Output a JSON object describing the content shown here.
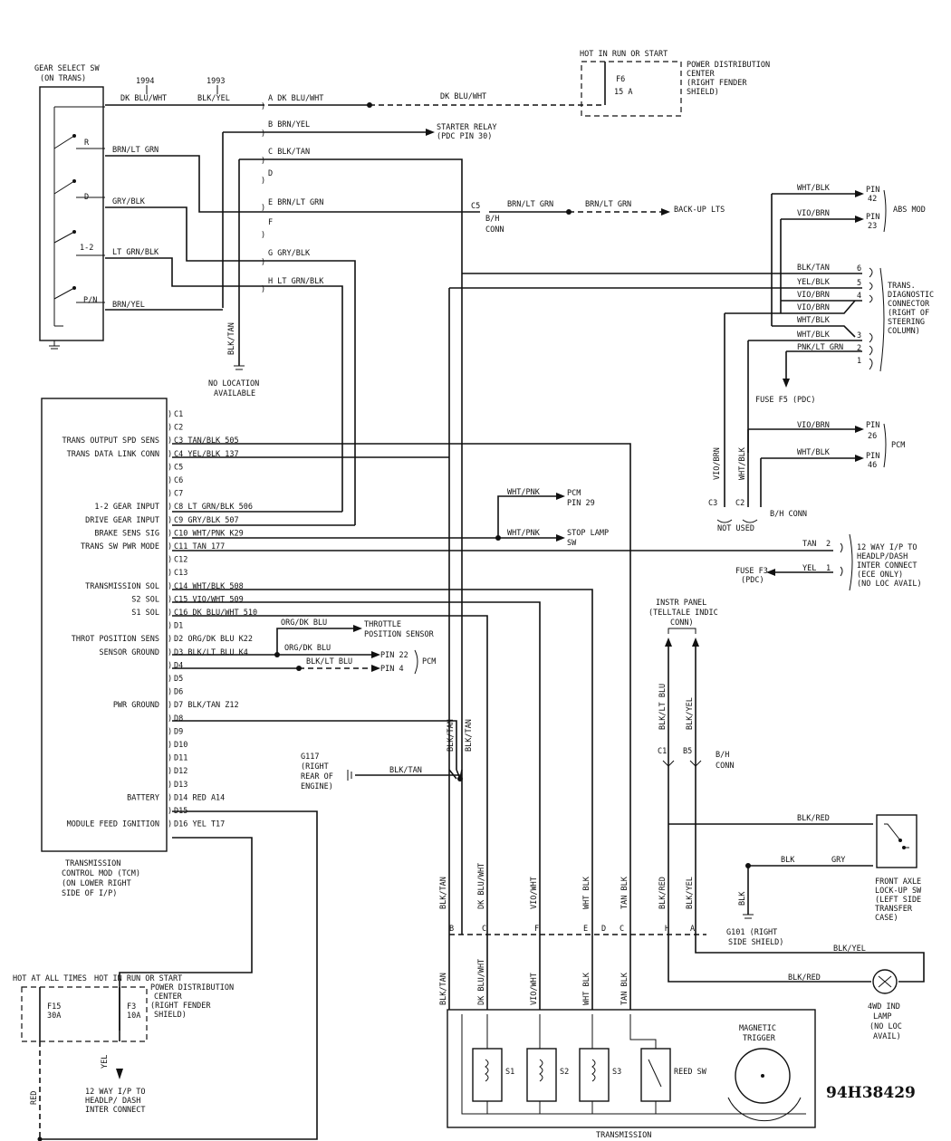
{
  "diagram_code": "94H38429",
  "gear_select": {
    "title": "GEAR SELECT SW",
    "sub": "(ON TRANS)",
    "year1994": "1994",
    "year1993": "1993",
    "r": "R",
    "d": "D",
    "one_two": "1-2",
    "pn": "P/N"
  },
  "wires": {
    "dk_blu_wht": "DK BLU/WHT",
    "blk_yel": "BLK/YEL",
    "brn_lt_grn": "BRN/LT GRN",
    "gry_blk": "GRY/BLK",
    "lt_grn_blk": "LT GRN/BLK",
    "brn_yel": "BRN/YEL",
    "blk_tan": "BLK/TAN"
  },
  "cavities": {
    "a": "A DK BLU/WHT",
    "b": "B BRN/YEL",
    "c": "C BLK/TAN",
    "d": "D",
    "e": "E BRN/LT GRN",
    "f": "F",
    "g": "G GRY/BLK",
    "h": "H LT GRN/BLK"
  },
  "top_pdc": {
    "hot": "HOT IN RUN OR START",
    "fuse": "F6",
    "amp": "15 A",
    "l1": "POWER DISTRIBUTION",
    "l2": "CENTER",
    "l3": "(RIGHT FENDER",
    "l4": "SHIELD)"
  },
  "starter": {
    "l1": "STARTER RELAY",
    "l2": "(PDC PIN 30)"
  },
  "no_loc": {
    "l1": "NO LOCATION",
    "l2": "AVAILABLE"
  },
  "backup": {
    "c5": "C5",
    "bh": "B/H",
    "conn": "CONN",
    "w1": "BRN/LT GRN",
    "w2": "BRN/LT GRN",
    "dest": "BACK-UP LTS"
  },
  "abs": {
    "w1": "WHT/BLK",
    "w2": "VIO/BRN",
    "pin42": "PIN",
    "n42": "42",
    "pin23": "PIN",
    "n23": "23",
    "label": "ABS MOD"
  },
  "diag": {
    "w6": "BLK/TAN",
    "n6": "6",
    "w5": "YEL/BLK",
    "n5": "5",
    "w4": "VIO/BRN",
    "n4": "4",
    "w_vb": "VIO/BRN",
    "w_wb": "WHT/BLK",
    "w3": "WHT/BLK",
    "n3": "3",
    "w2": "PNK/LT GRN",
    "n2": "2",
    "n1": "1",
    "l1": "TRANS.",
    "l2": "DIAGNOSTIC",
    "l3": "CONNECTOR",
    "l4": "(RIGHT OF",
    "l5": "STEERING",
    "l6": "COLUMN)"
  },
  "fuse_f5": "FUSE F5 (PDC)",
  "pcm_right": {
    "w1": "VIO/BRN",
    "pin26": "PIN",
    "n26": "26",
    "w2": "WHT/BLK",
    "pin46": "PIN",
    "n46": "46",
    "label": "PCM",
    "v1": "VIO/BRN",
    "v2": "WHT/BLK",
    "c3": "C3",
    "c2": "C2",
    "not_used": "NOT USED",
    "bh": "B/H CONN"
  },
  "tcm": {
    "pins": [
      "C1",
      "C2",
      "C3 TAN/BLK 505",
      "C4 YEL/BLK 137",
      "C5",
      "C6",
      "C7",
      "C8 LT GRN/BLK 506",
      "C9 GRY/BLK 507",
      "C10 WHT/PNK K29",
      "C11 TAN 177",
      "C12",
      "C13",
      "C14 WHT/BLK 508",
      "C15 VIO/WHT 509",
      "C16 DK BLU/WHT 510",
      "D1",
      "D2 ORG/DK BLU K22",
      "D3 BLK/LT BLU K4",
      "D4",
      "D5",
      "D6",
      "D7 BLK/TAN Z12",
      "D8",
      "D9",
      "D10",
      "D11",
      "D12",
      "D13",
      "D14 RED A14",
      "D15",
      "D16 YEL T17"
    ],
    "lbl_c3": "TRANS OUTPUT SPD SENS",
    "lbl_c4": "TRANS DATA LINK CONN",
    "lbl_c8": "1-2 GEAR INPUT",
    "lbl_c9": "DRIVE GEAR INPUT",
    "lbl_c10": "BRAKE SENS SIG",
    "lbl_c11": "TRANS SW PWR MODE",
    "lbl_c14": "TRANSMISSION SOL",
    "lbl_c15": "S2 SOL",
    "lbl_c16": "S1 SOL",
    "lbl_d2": "THROT POSITION SENS",
    "lbl_d3": "SENSOR GROUND",
    "lbl_d7": "PWR GROUND",
    "lbl_d14": "BATTERY",
    "lbl_d16": "MODULE FEED IGNITION",
    "t1": "TRANSMISSION",
    "t2": "CONTROL MOD (TCM)",
    "t3": "(ON LOWER RIGHT",
    "t4": "SIDE OF I/P)"
  },
  "pcm29": {
    "w": "WHT/PNK",
    "l1": "PCM",
    "l2": "PIN 29"
  },
  "stop": {
    "w": "WHT/PNK",
    "l1": "STOP LAMP",
    "l2": "SW"
  },
  "headlp": {
    "tan": "TAN",
    "n2": "2",
    "yel": "YEL",
    "n1": "1",
    "f3": "FUSE F3",
    "pdc": "(PDC)",
    "l1": "12 WAY I/P TO",
    "l2": "HEADLP/DASH",
    "l3": "INTER CONNECT",
    "l4": "(ECE ONLY)",
    "l5": "(NO LOC AVAIL)"
  },
  "tps": {
    "w1": "ORG/DK BLU",
    "l1": "THROTTLE",
    "l2": "POSITION SENSOR",
    "w2": "ORG/DK BLU",
    "p22": "PIN 22",
    "w3": "BLK/LT BLU",
    "p4": "PIN 4",
    "pcm": "PCM"
  },
  "instr": {
    "l1": "INSTR PANEL",
    "l2": "(TELLTALE INDIC",
    "l3": "CONN)",
    "v1": "BLK/LT BLU",
    "v2": "BLK/YEL",
    "c1": "C1",
    "b5": "B5",
    "bh": "B/H",
    "conn": "CONN"
  },
  "g117": {
    "l1": "G117",
    "l2": "(RIGHT",
    "l3": "REAR OF",
    "l4": "ENGINE)",
    "w": "BLK/TAN",
    "v1": "BLK/TAN",
    "v2": "BLK/TAN"
  },
  "front_axle": {
    "w1": "BLK/RED",
    "blk": "BLK",
    "gry": "GRY",
    "l1": "FRONT AXLE",
    "l2": "LOCK-UP SW",
    "l3": "(LEFT SIDE",
    "l4": "TRANSFER",
    "l5": "CASE)",
    "vblk": "BLK",
    "g101": "G101 (RIGHT",
    "g101b": "SIDE SHIELD)"
  },
  "lamp": {
    "w1": "BLK/YEL",
    "w2": "BLK/RED",
    "l1": "4WD IND",
    "l2": "LAMP",
    "l3": "(NO LOC",
    "l4": "AVAIL)"
  },
  "trans": {
    "v": [
      "BLK/TAN",
      "DK BLU/WHT",
      "VIO/WHT",
      "WHT BLK",
      "TAN BLK",
      "BLK/RED",
      "BLK/YEL"
    ],
    "cv": [
      "B",
      "C",
      "F",
      "E",
      "D",
      "C",
      "H",
      "A"
    ],
    "v2": [
      "BLK/TAN",
      "DK BLU/WHT",
      "VIO/WHT",
      "WHT BLK",
      "TAN BLK"
    ],
    "s1": "S1",
    "s2": "S2",
    "s3": "S3",
    "reed": "REED SW",
    "mag1": "MAGNETIC",
    "mag2": "TRIGGER",
    "title": "TRANSMISSION"
  },
  "bottom_pdc": {
    "hot1": "HOT AT ALL TIMES",
    "hot2": "HOT IN RUN OR START",
    "f15": "F15",
    "a30": "30A",
    "f3": "F3",
    "a10": "10A",
    "l1": "POWER DISTRIBUTION",
    "l2": "CENTER",
    "l3": "(RIGHT FENDER",
    "l4": "SHIELD)",
    "yel": "YEL",
    "red": "RED",
    "c1": "12 WAY I/P TO",
    "c2": "HEADLP/ DASH",
    "c3": "INTER CONNECT"
  }
}
